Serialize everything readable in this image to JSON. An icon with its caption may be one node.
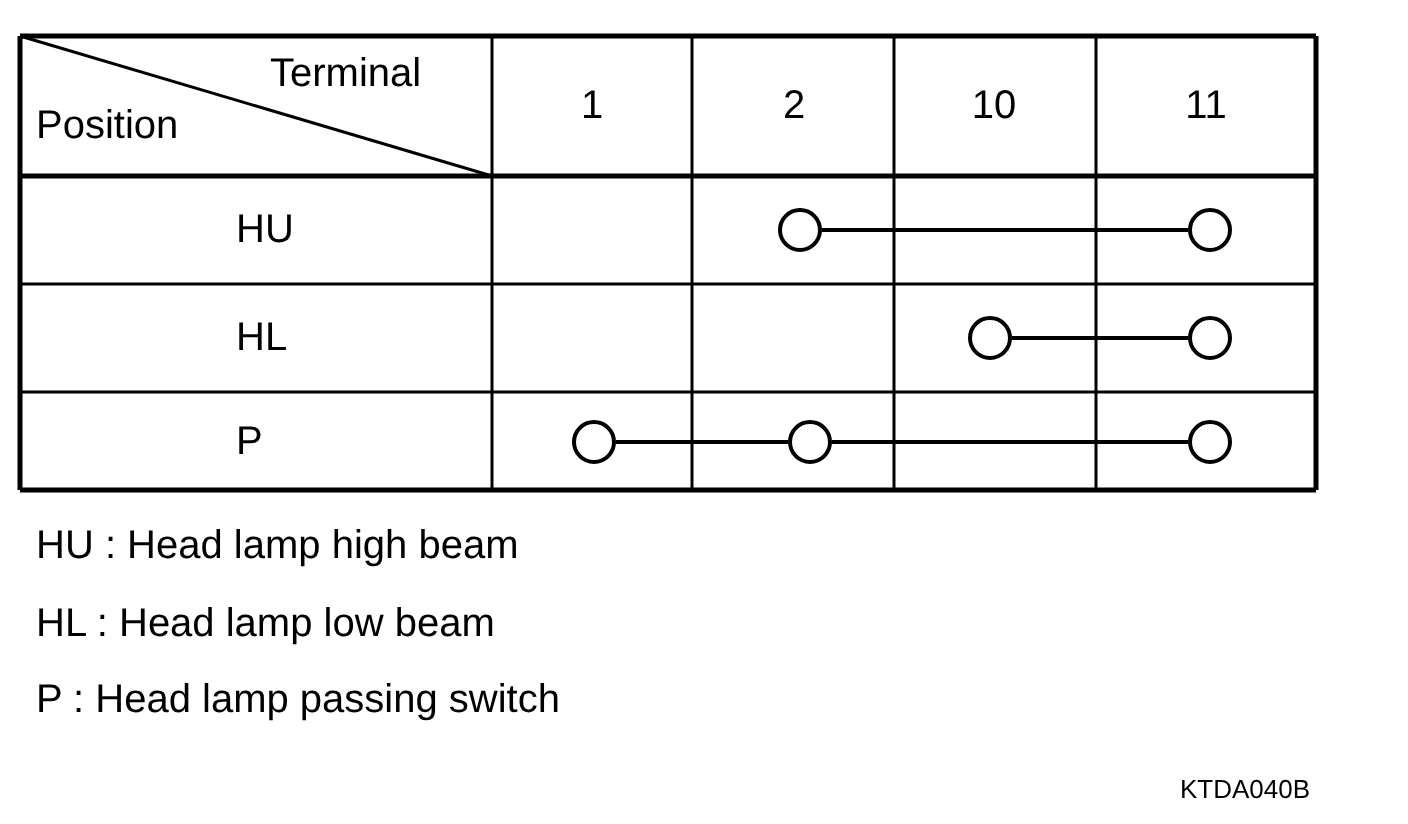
{
  "diagram": {
    "nodes": [
      {
        "text": [],
        "shape": "circle"
      },
      {
        "text": [],
        "shape": "circle"
      },
      {
        "text": [],
        "shape": "circle"
      },
      {
        "text": [],
        "shape": "circle"
      },
      {
        "text": [],
        "shape": "circle"
      },
      {
        "text": [],
        "shape": "circle"
      },
      {
        "text": [],
        "shape": "circle"
      }
    ],
    "edges": [
      {
        "from": 0,
        "to": 1,
        "arrow": "none"
      },
      {
        "from": 2,
        "to": 3,
        "arrow": "none"
      },
      {
        "from": 4,
        "to": 5,
        "arrow": "none"
      },
      {
        "from": 5,
        "to": 6,
        "arrow": "none"
      }
    ],
    "labels": [
      "Terminal",
      "Position",
      "1",
      "2",
      "10",
      "11",
      "HU",
      "HL",
      "P",
      "HU : Head lamp high beam",
      "HL : Head lamp low beam",
      "P : Head lamp passing switch",
      "KTDA040B"
    ]
  }
}
